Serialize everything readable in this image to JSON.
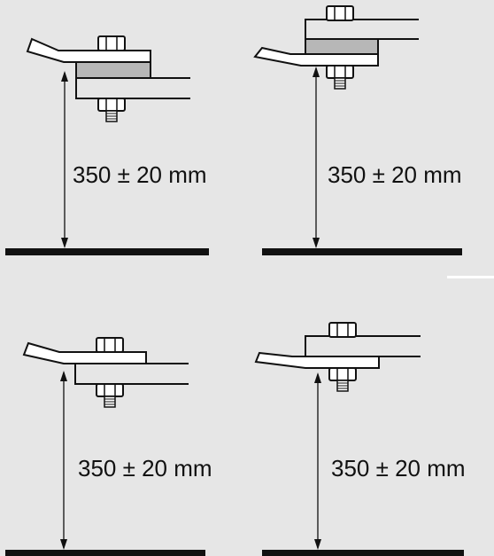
{
  "colors": {
    "background": "#e6e6e6",
    "line": "#111111",
    "shim": "#b7b7b7",
    "part_fill": "#ffffff"
  },
  "panels": [
    {
      "label": "350 ± 20 mm",
      "variant": "shim-below-arm"
    },
    {
      "label": "350 ± 20 mm",
      "variant": "shim-above-arm"
    },
    {
      "label": "350 ± 20 mm",
      "variant": "no-shim-below"
    },
    {
      "label": "350 ± 20 mm",
      "variant": "no-shim-above"
    }
  ]
}
